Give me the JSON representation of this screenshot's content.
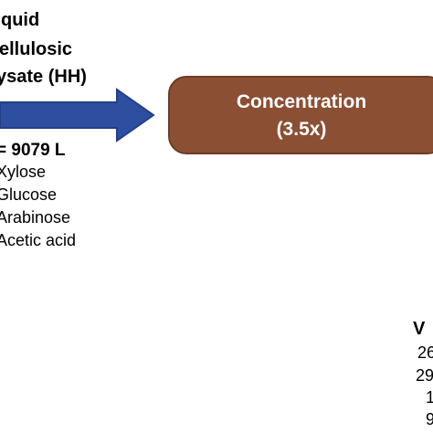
{
  "input": {
    "title_lines": [
      "quid",
      "ellulosic",
      "ysate (HH)"
    ],
    "volume": "= 9079 L",
    "components": [
      "Xylose",
      "Glucose",
      "Arabinose",
      "Acetic acid"
    ]
  },
  "process": {
    "name": "Concentration",
    "factor": "(3.5x)"
  },
  "output_partial": {
    "label": "V",
    "values": [
      "26",
      "29",
      "1",
      "9"
    ]
  },
  "colors": {
    "arrow": "#2e4fa0",
    "process_box": "#8b4f33"
  }
}
